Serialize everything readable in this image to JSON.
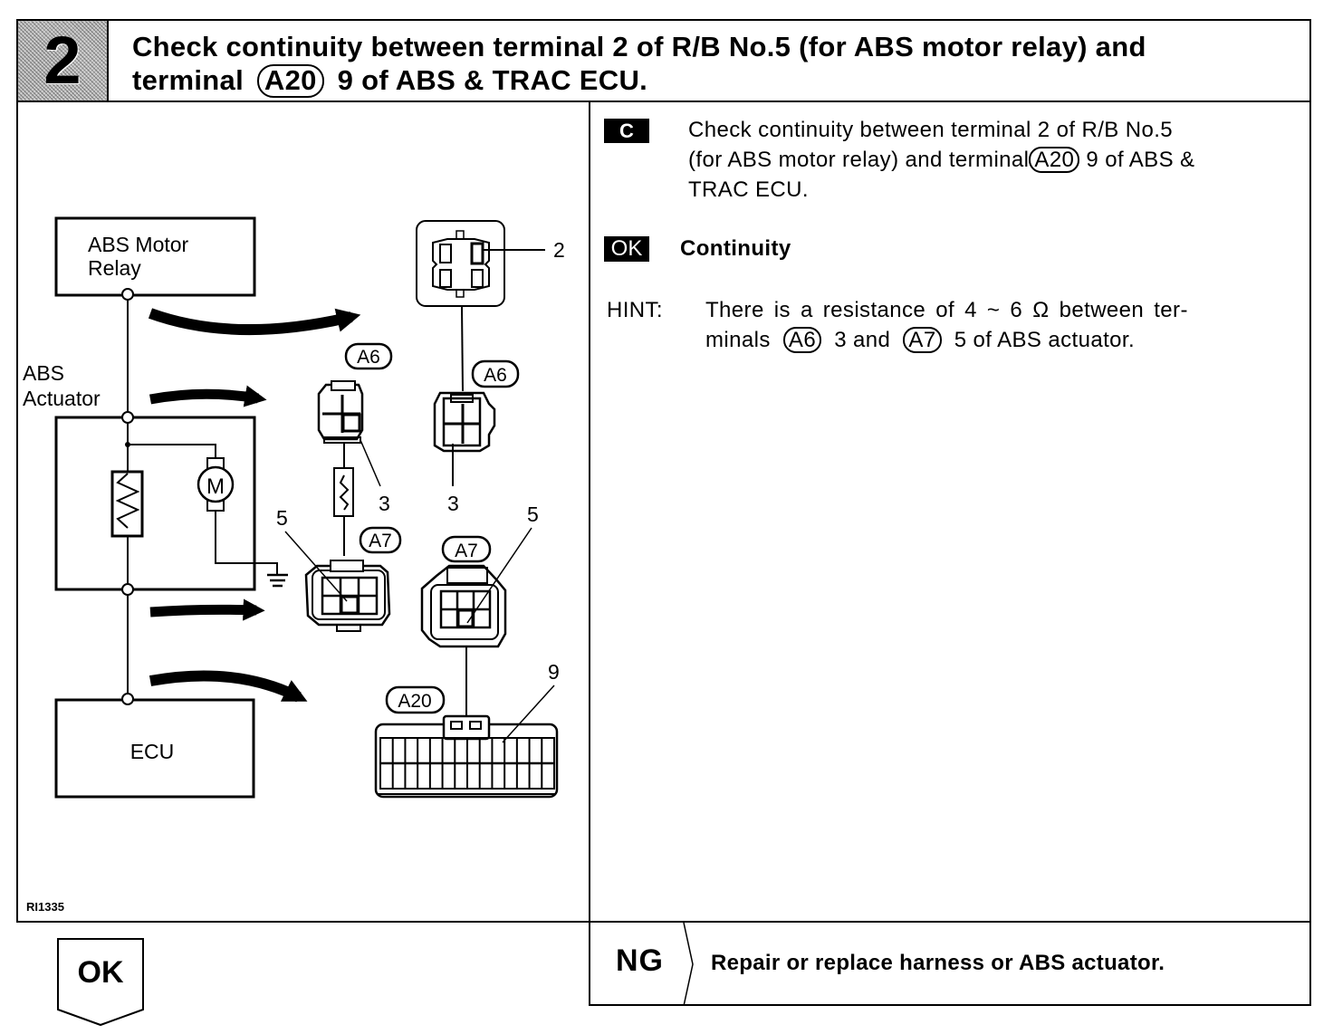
{
  "header": {
    "step_number": "2",
    "title_line1": "Check continuity between terminal 2 of R/B No.5 (for ABS motor relay) and",
    "title_line2_prefix": "terminal",
    "title_connector": "A20",
    "title_line2_suffix": "9 of ABS & TRAC ECU."
  },
  "instruction": {
    "badge": "C",
    "text_line1": "Check continuity between terminal 2 of R/B No.5",
    "text_line2_prefix": "(for ABS motor relay) and terminal",
    "text_connector": "A20",
    "text_line2_suffix": "9 of ABS &",
    "text_line3": "TRAC ECU."
  },
  "result": {
    "badge": "OK",
    "text": "Continuity"
  },
  "hint": {
    "label": "HINT:",
    "line1": "There is a resistance of 4 ~ 6 Ω between ter-",
    "line2_prefix": "minals",
    "connector1": "A6",
    "mid": "3 and",
    "connector2": "A7",
    "line2_suffix": "5 of ABS actuator."
  },
  "diagram": {
    "blocks": {
      "relay_line1": "ABS Motor",
      "relay_line2": "Relay",
      "actuator_line1": "ABS",
      "actuator_line2": "Actuator",
      "ecu": "ECU",
      "motor_symbol": "M"
    },
    "connectors": {
      "a6_left": "A6",
      "a6_right": "A6",
      "a7_left": "A7",
      "a7_right": "A7",
      "a20": "A20"
    },
    "terminals": {
      "rb_terminal": "2",
      "a6_left_terminal": "3",
      "a6_right_terminal": "3",
      "a7_left_terminal": "5",
      "a7_right_terminal": "5",
      "a20_terminal": "9"
    },
    "figure_id": "RI1335"
  },
  "navigation": {
    "ok_label": "OK",
    "ng_label": "NG",
    "ng_action": "Repair or replace harness or ABS actuator."
  }
}
